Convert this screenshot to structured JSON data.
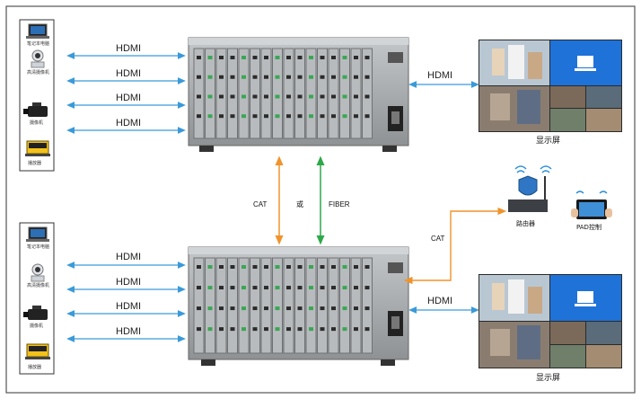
{
  "labels": {
    "hdmi": "HDMI",
    "cat": "CAT",
    "or": "或",
    "fiber": "FIBER",
    "display": "显示屏",
    "router": "路由器",
    "pad": "PAD控制",
    "source_laptop": "笔记本电脑",
    "source_camera": "高清摄像机",
    "source_camcorder": "摄像机",
    "source_player": "播放器"
  },
  "colors": {
    "hdmi_link": "#3a9ad9",
    "cat_link": "#f0932b",
    "fiber_link": "#2ea84a",
    "chassis": "#a7aaac",
    "tile_blue": "#1e72d8"
  }
}
